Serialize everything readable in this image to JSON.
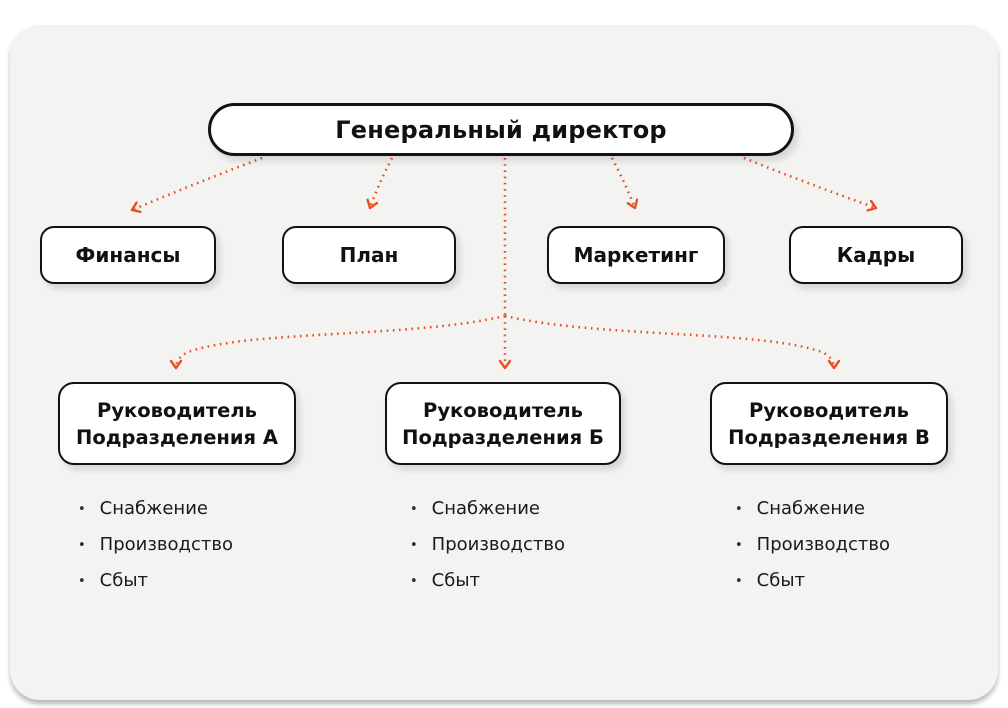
{
  "theme": {
    "accent_arrow_color": "#E8501E",
    "card_background": "#F3F3F2",
    "node_border_color": "#121212",
    "node_background": "#FFFFFF"
  },
  "chart": {
    "type": "org-chart",
    "root": {
      "label": "Генеральный директор"
    },
    "departments": [
      {
        "label": "Финансы"
      },
      {
        "label": "План"
      },
      {
        "label": "Маркетинг"
      },
      {
        "label": "Кадры"
      }
    ],
    "divisions": [
      {
        "line1": "Руководитель",
        "line2": "Подразделения А",
        "items": [
          "Снабжение",
          "Производство",
          "Сбыт"
        ]
      },
      {
        "line1": "Руководитель",
        "line2": "Подразделения Б",
        "items": [
          "Снабжение",
          "Производство",
          "Сбыт"
        ]
      },
      {
        "line1": "Руководитель",
        "line2": "Подразделения В",
        "items": [
          "Снабжение",
          "Производство",
          "Сбыт"
        ]
      }
    ]
  }
}
